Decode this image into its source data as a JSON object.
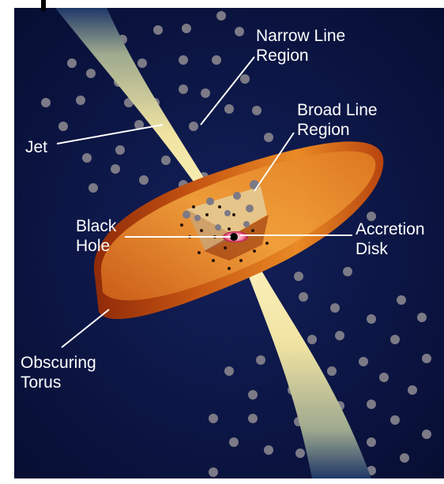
{
  "labels": {
    "narrow_line_region": [
      "Narrow Line",
      "Region"
    ],
    "broad_line_region": [
      "Broad Line",
      "Region"
    ],
    "jet": "Jet",
    "black_hole": [
      "Black",
      "Hole"
    ],
    "accretion_disk": [
      "Accretion",
      "Disk"
    ],
    "obscuring_torus": [
      "Obscuring",
      "Torus"
    ]
  },
  "colors": {
    "background": "#0b1540",
    "cloud": "#7c7a86",
    "jet": "#efe2a0",
    "torus_outer": "#9b2f0b",
    "torus_mid": "#d96e1c",
    "torus_inner": "#f4a33c",
    "label": "#ffffff"
  }
}
